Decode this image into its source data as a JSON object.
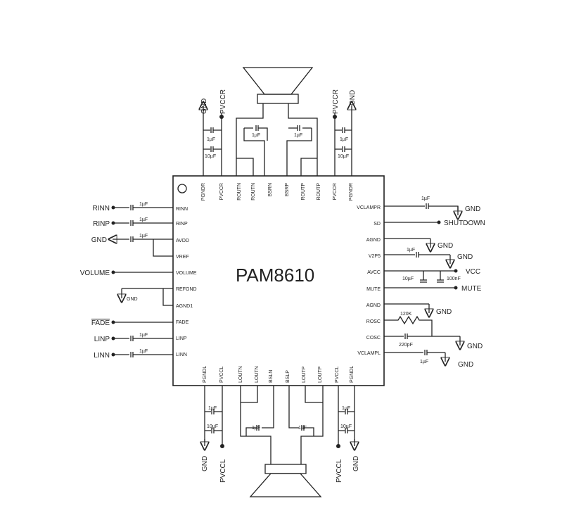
{
  "chip": {
    "name": "PAM8610",
    "pins_top": [
      "PGNDR",
      "PVCCR",
      "ROUTN",
      "ROUTN",
      "BSRN",
      "BSRP",
      "ROUTP",
      "ROUTP",
      "PVCCR",
      "PGNDR"
    ],
    "pins_bottom": [
      "PGNDL",
      "PVCCL",
      "LOUTN",
      "LOUTN",
      "BSLN",
      "BSLP",
      "LOUTP",
      "LOUTP",
      "PVCCL",
      "PGNDL"
    ],
    "pins_left": [
      "RINN",
      "RINP",
      "AVDD",
      "VREF",
      "VOLUME",
      "REFGND",
      "AGND1",
      "FADE",
      "LINP",
      "LINN"
    ],
    "pins_right": [
      "VCLAMPR",
      "SD",
      "AGND",
      "V2P5",
      "AVCC",
      "MUTE",
      "AGND",
      "ROSC",
      "COSC",
      "VCLAMPL"
    ]
  },
  "external": {
    "left": [
      "RINN",
      "RINP",
      "GND",
      "VOLUME",
      "GND",
      "FADE",
      "LINP",
      "LINN"
    ],
    "right": [
      "GND",
      "SHUTDOWN",
      "GND",
      "GND",
      "VCC",
      "MUTE",
      "GND",
      "GND",
      "GND"
    ],
    "top": [
      "GND",
      "PVCCR",
      "PVCCR",
      "GND"
    ],
    "bottom": [
      "GND",
      "PVCCL",
      "PVCCL",
      "GND"
    ]
  },
  "components": {
    "cap_1uF": "1µF",
    "cap_10uF": "10µF",
    "cap_100nF": "100nF",
    "cap_220pF": "220pF",
    "res_120K": "120K"
  }
}
